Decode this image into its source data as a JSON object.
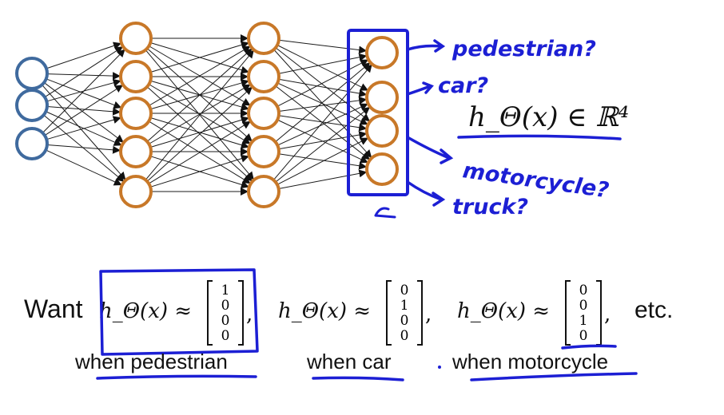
{
  "network": {
    "layer_sizes": [
      3,
      5,
      5,
      4
    ],
    "input_color": "#3f6a9e",
    "hidden_color": "#c87828",
    "output_box_color": "#1c1fd4",
    "edge_color": "#1a1a1a"
  },
  "annotations": {
    "outputs": [
      "pedestrian?",
      "car?",
      "motorcycle?",
      "truck?"
    ],
    "hypothesis": "h_Θ(x) ∈ ℝ⁴",
    "pen_color": "#1c1fd4"
  },
  "bottom": {
    "want": "Want",
    "etc": "etc.",
    "terms": [
      {
        "lhs": "h_Θ(x) ≈",
        "vector": [
          "1",
          "0",
          "0",
          "0"
        ],
        "when": "when pedestrian"
      },
      {
        "lhs": "h_Θ(x) ≈",
        "vector": [
          "0",
          "1",
          "0",
          "0"
        ],
        "when": "when car"
      },
      {
        "lhs": "h_Θ(x) ≈",
        "vector": [
          "0",
          "0",
          "1",
          "0"
        ],
        "when": "when motorcycle"
      }
    ]
  }
}
